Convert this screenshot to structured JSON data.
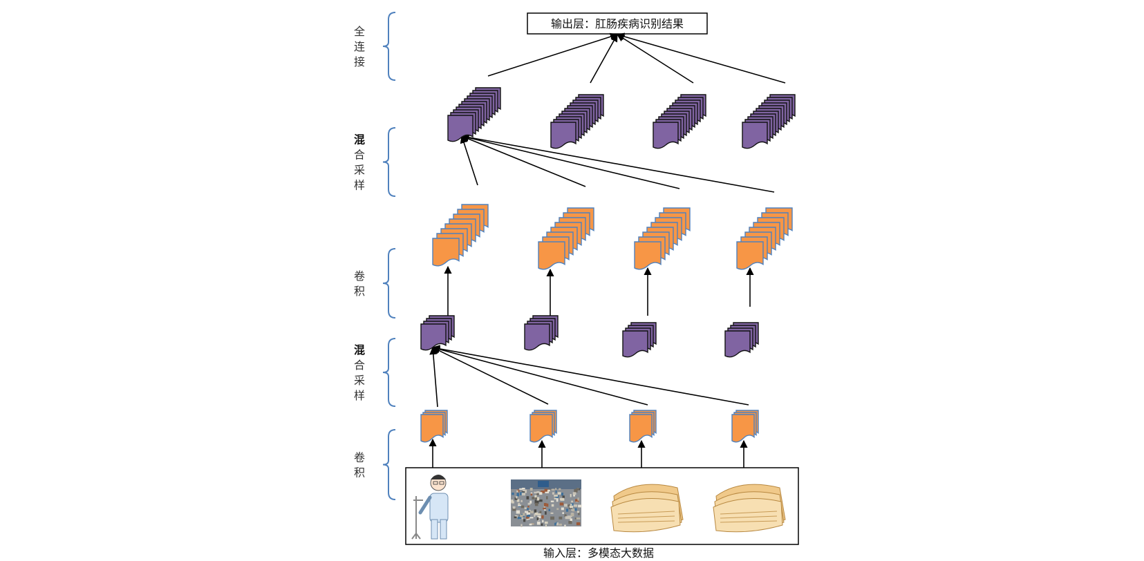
{
  "output_layer": {
    "label": "输出层：肛肠疾病识别结果"
  },
  "input_layer": {
    "label": "输入层：多模态大数据"
  },
  "stage_labels": [
    {
      "id": "fc",
      "text": "全连接",
      "bold_first": false
    },
    {
      "id": "pool2",
      "text": "混合采样",
      "bold_first": true
    },
    {
      "id": "conv2",
      "text": "卷积",
      "bold_first": false
    },
    {
      "id": "pool1",
      "text": "混合采样",
      "bold_first": true
    },
    {
      "id": "conv1",
      "text": "卷积",
      "bold_first": false
    }
  ],
  "inputs": [
    {
      "icon": "patient-icon"
    },
    {
      "icon": "waste-photo-icon"
    },
    {
      "icon": "paper-files-icon"
    },
    {
      "icon": "paper-files-icon"
    }
  ],
  "colors": {
    "feature_map_orange": "#F79646",
    "feature_map_purple": "#8064A2",
    "orange_edge": "#4F81BD",
    "purple_edge": "#111111",
    "bracket": "#4F81BD",
    "arrow": "#000000"
  }
}
